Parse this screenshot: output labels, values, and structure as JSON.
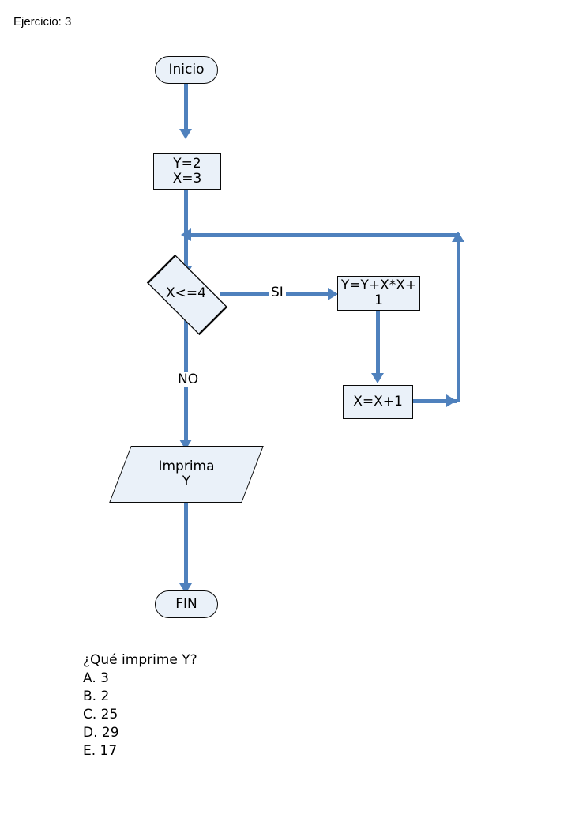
{
  "header": {
    "exercise_label": "Ejercicio: 3"
  },
  "colors": {
    "connector": "#4F81BD",
    "shape_fill": "#EAF1F9",
    "shape_border": "#0A0A0A",
    "text": "#000000",
    "background": "#FFFFFF"
  },
  "flowchart": {
    "nodes": [
      {
        "id": "start",
        "type": "terminator",
        "text": "Inicio"
      },
      {
        "id": "init",
        "type": "process",
        "text": "Y=2\nX=3"
      },
      {
        "id": "decide",
        "type": "decision",
        "text": "X<=4"
      },
      {
        "id": "accum",
        "type": "process",
        "text": "Y=Y+X*X+\n1"
      },
      {
        "id": "incr",
        "type": "process",
        "text": "X=X+1"
      },
      {
        "id": "output",
        "type": "io",
        "text": "Imprima\nY"
      },
      {
        "id": "end",
        "type": "terminator",
        "text": "FIN"
      }
    ],
    "edge_labels": {
      "yes": "SI",
      "no": "NO"
    }
  },
  "question": {
    "prompt": "¿Qué imprime Y?",
    "options": [
      "A. 3",
      "B. 2",
      "C. 25",
      "D. 29",
      "E. 17"
    ]
  }
}
